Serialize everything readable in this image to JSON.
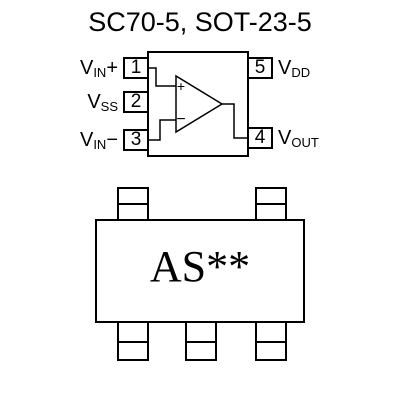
{
  "title": "SC70-5, SOT-23-5",
  "pins": [
    {
      "number": "1",
      "name": "V",
      "sub": "IN",
      "suffix": "+"
    },
    {
      "number": "2",
      "name": "V",
      "sub": "SS",
      "suffix": ""
    },
    {
      "number": "3",
      "name": "V",
      "sub": "IN",
      "suffix": "−"
    },
    {
      "number": "4",
      "name": "V",
      "sub": "OUT",
      "suffix": ""
    },
    {
      "number": "5",
      "name": "V",
      "sub": "DD",
      "suffix": ""
    }
  ],
  "opamp": {
    "plus": "+",
    "minus": "−"
  },
  "package_marking": "AS**"
}
